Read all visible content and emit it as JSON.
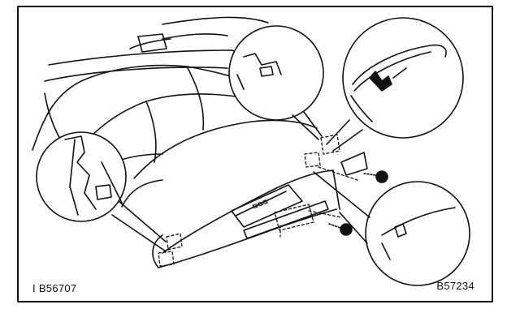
{
  "figure": {
    "code_left": "I  B56707",
    "code_right": "B57234"
  },
  "colors": {
    "ink": "#111111",
    "paper": "#ffffff"
  },
  "callouts": [
    {
      "name": "detail-lower-left-clip"
    },
    {
      "name": "detail-upper-middle-clip"
    },
    {
      "name": "detail-upper-right-clip"
    },
    {
      "name": "detail-lower-right-clip"
    }
  ],
  "parts": [
    {
      "name": "seat-cushion"
    },
    {
      "name": "seat-side-shield"
    },
    {
      "name": "bolt"
    },
    {
      "name": "screw"
    }
  ]
}
